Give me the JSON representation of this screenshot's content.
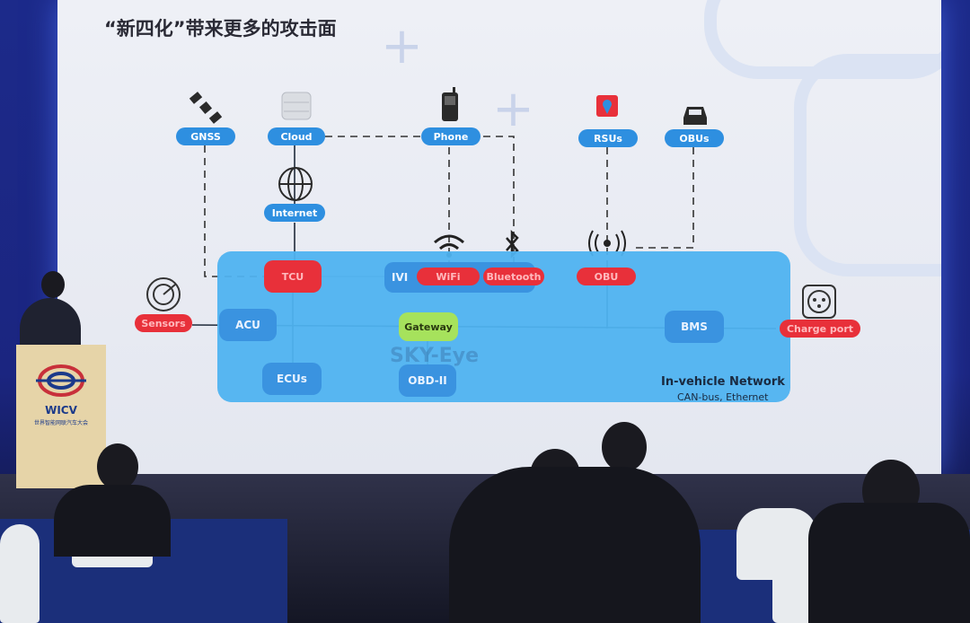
{
  "slide": {
    "title": "“新四化”带来更多的攻击面",
    "external": {
      "gnss": "GNSS",
      "cloud": "Cloud",
      "phone": "Phone",
      "rsus": "RSUs",
      "obus": "OBUs",
      "internet": "Internet"
    },
    "interfaces": {
      "tcu": "TCU",
      "ivi": "IVI",
      "wifi": "WiFi",
      "bluetooth": "Bluetooth",
      "obu": "OBU",
      "sensors": "Sensors",
      "charge_port": "Charge port"
    },
    "network_nodes": {
      "acu": "ACU",
      "gateway": "Gateway",
      "bms": "BMS",
      "ecus": "ECUs",
      "obd": "OBD-II"
    },
    "network_label": "In-vehicle Network",
    "network_sub": "CAN-bus, Ethernet",
    "watermark": "SKY-Eye"
  },
  "podium": {
    "logo_text": "WICV",
    "sub_text": "世界智能网联汽车大会"
  },
  "colors": {
    "blue_pill": "#2e8fe0",
    "red_pill": "#e8303a",
    "gateway_green": "#a6e25c",
    "network_bg": "#4fb3f0"
  }
}
